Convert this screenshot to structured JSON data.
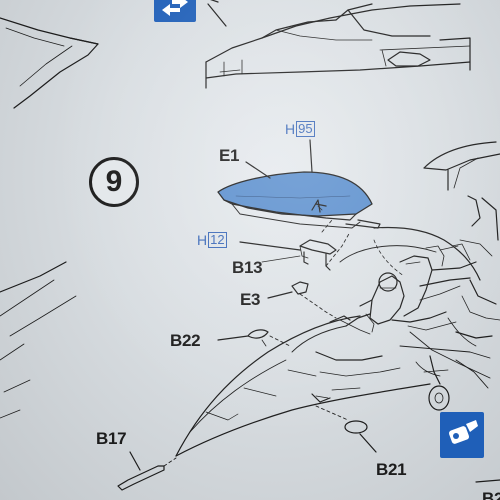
{
  "step": {
    "number": "9"
  },
  "paint_callouts": {
    "canopy_color": {
      "prefix": "H",
      "code": "95"
    },
    "seat_color": {
      "prefix": "H",
      "code": "12"
    }
  },
  "part_labels": {
    "canopy": "E1",
    "canopy_hinge": "B13",
    "cockpit_part": "E3",
    "antenna": "B22",
    "pitot": "B17",
    "landing_light": "B21",
    "cut_off_label": "B2"
  },
  "colors": {
    "canopy_tint": "#5b8fce",
    "paint_callout": "#3a68b8",
    "badge_blue": "#1f5fb8",
    "line_art": "#1c1c1c"
  },
  "icons": [
    "flip-assembly-icon",
    "nozzle-attach-icon"
  ]
}
